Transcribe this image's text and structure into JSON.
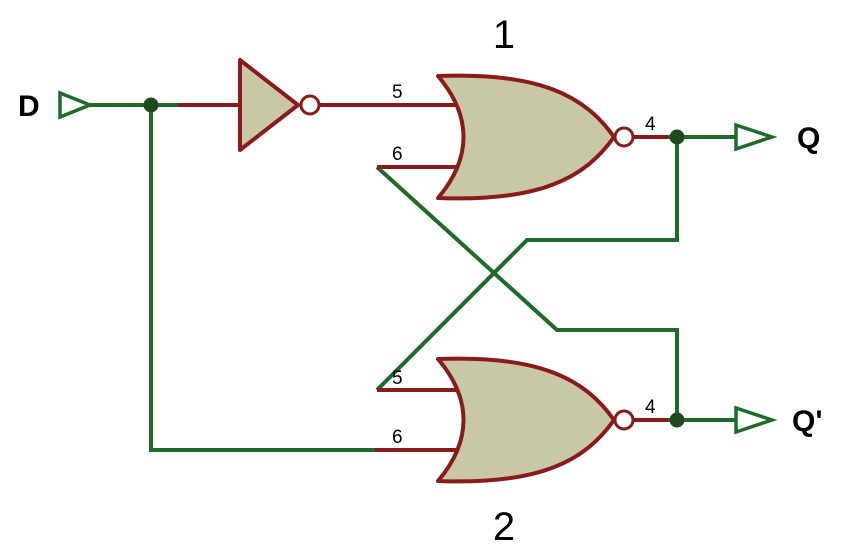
{
  "diagram": {
    "gates": [
      {
        "number": "1",
        "type": "NOR",
        "input_pins": [
          "5",
          "6"
        ],
        "output_pin": "4"
      },
      {
        "number": "2",
        "type": "NOR",
        "input_pins": [
          "5",
          "6"
        ],
        "output_pin": "4"
      }
    ],
    "inverter": {
      "type": "NOT"
    },
    "ports": {
      "input": "D",
      "output_q": "Q",
      "output_qbar": "Q'"
    },
    "colors": {
      "wire_green": "#1f6b2a",
      "wire_red": "#8b1a1a",
      "gate_fill": "#c8c7a8",
      "junction": "#1f4a1f"
    }
  }
}
